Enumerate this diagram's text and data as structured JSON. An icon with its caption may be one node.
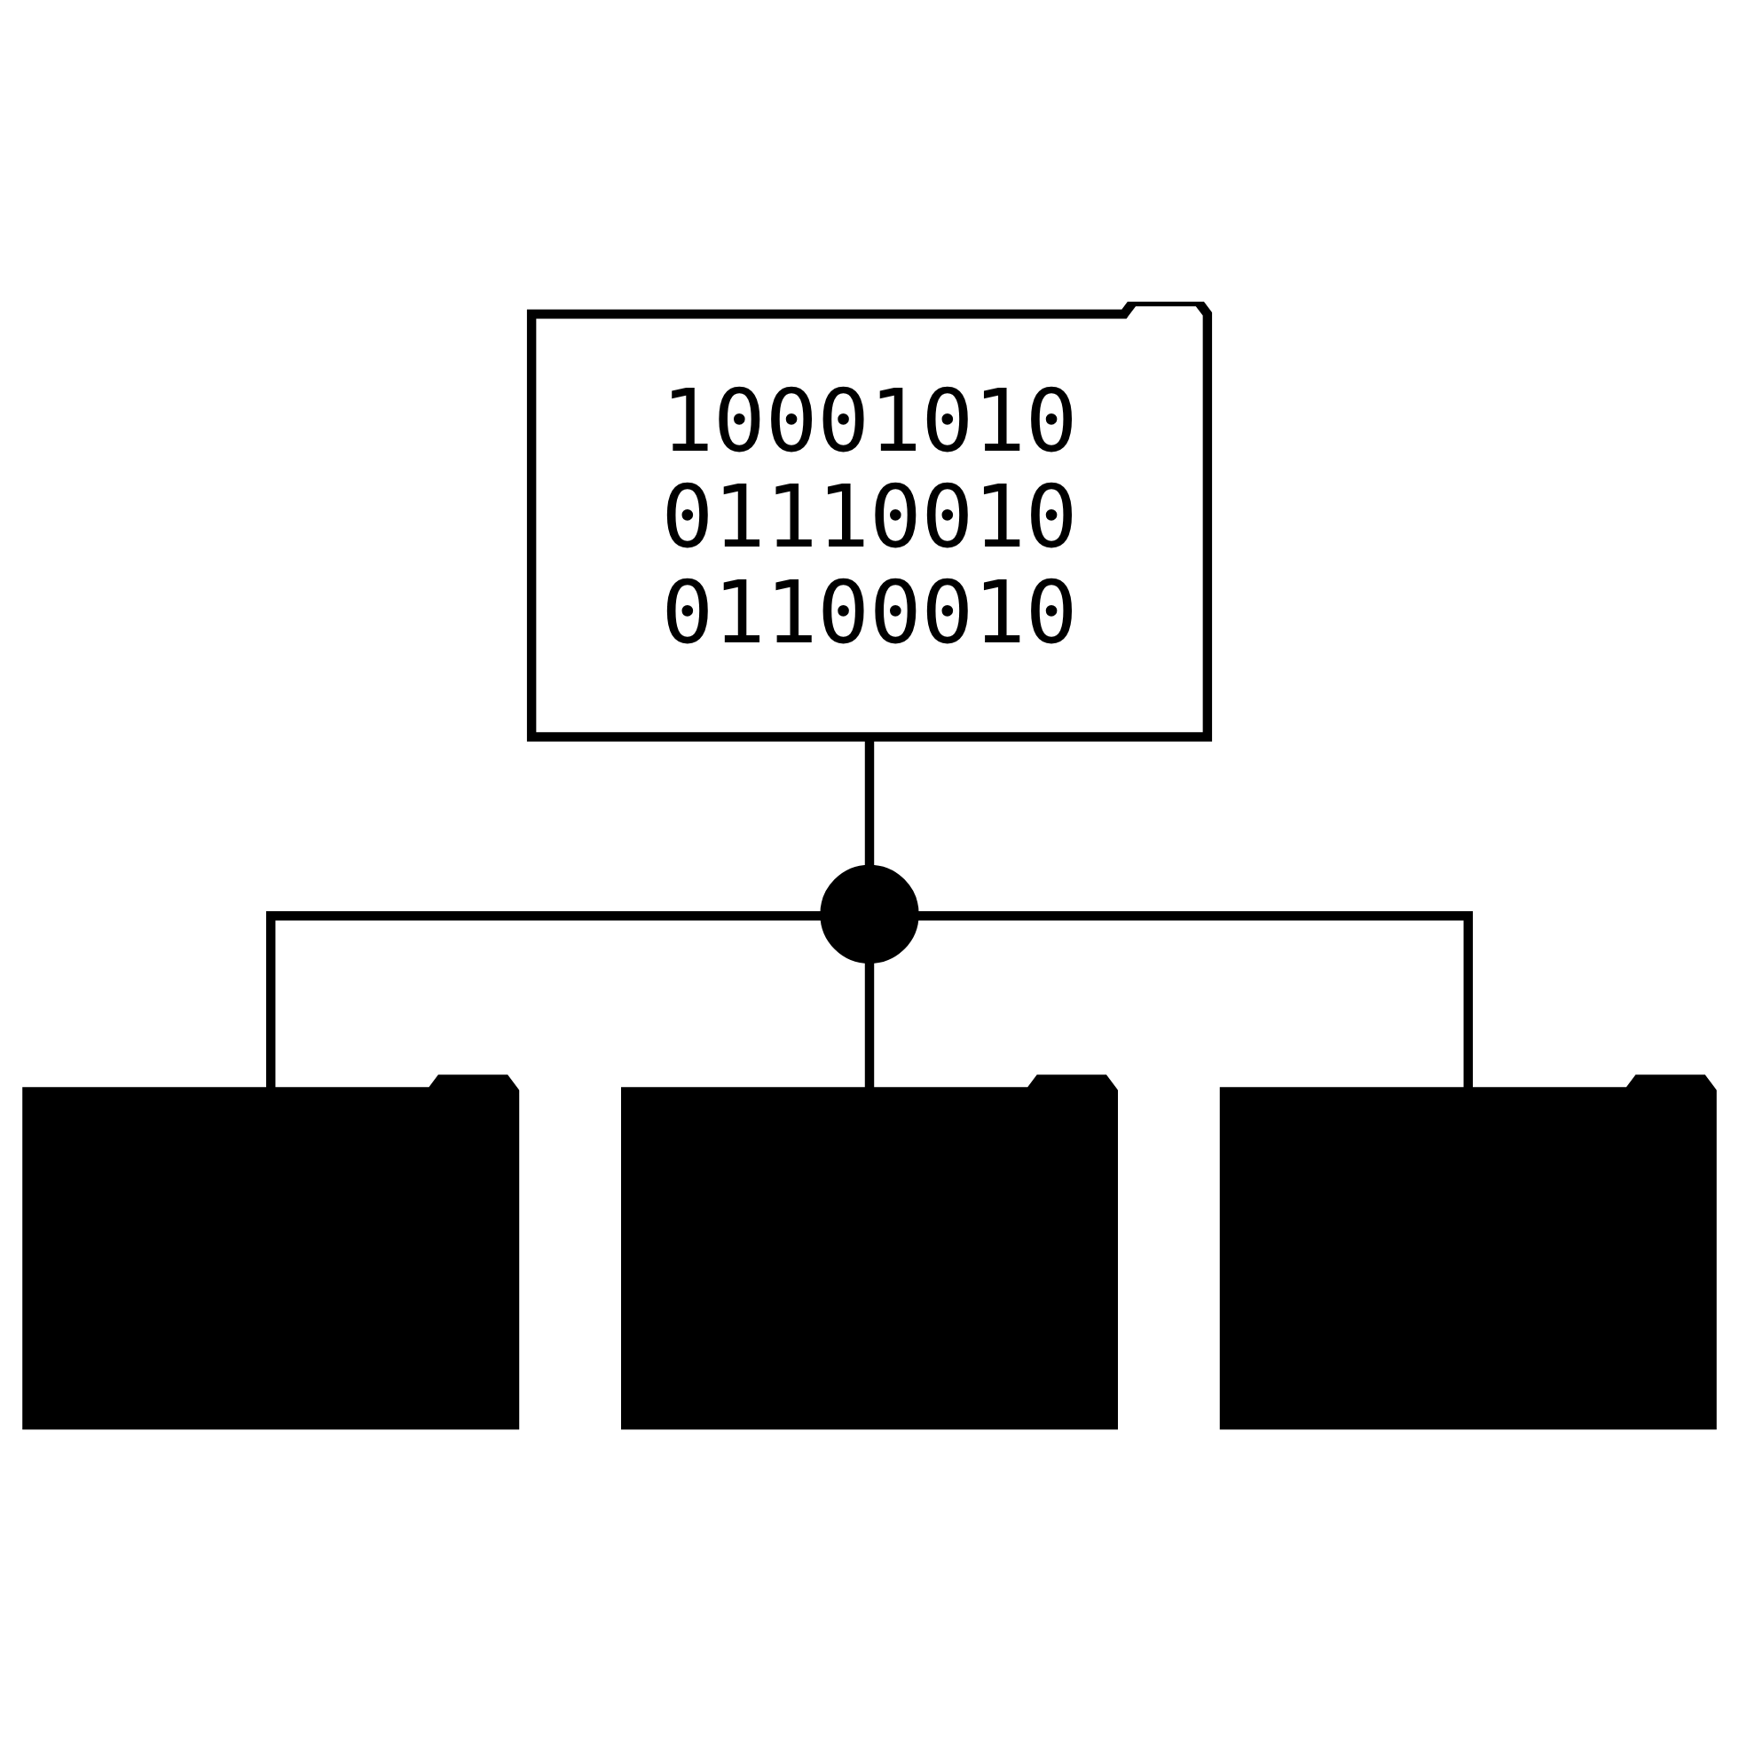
{
  "diagram": {
    "nodes": [
      {
        "text": [
          "10001010 01110010 01100010"
        ]
      },
      {
        "text": [],
        "shape": "circle"
      },
      {
        "text": [],
        "shape": "folder"
      },
      {
        "text": [],
        "shape": "folder"
      },
      {
        "text": [],
        "shape": "folder"
      }
    ],
    "edges": [
      {
        "from": 0,
        "to": 1,
        "arrow": "none"
      },
      {
        "from": 1,
        "to": 2,
        "arrow": "none"
      },
      {
        "from": 1,
        "to": 3,
        "arrow": "none"
      },
      {
        "from": 1,
        "to": 4,
        "arrow": "none"
      }
    ]
  }
}
